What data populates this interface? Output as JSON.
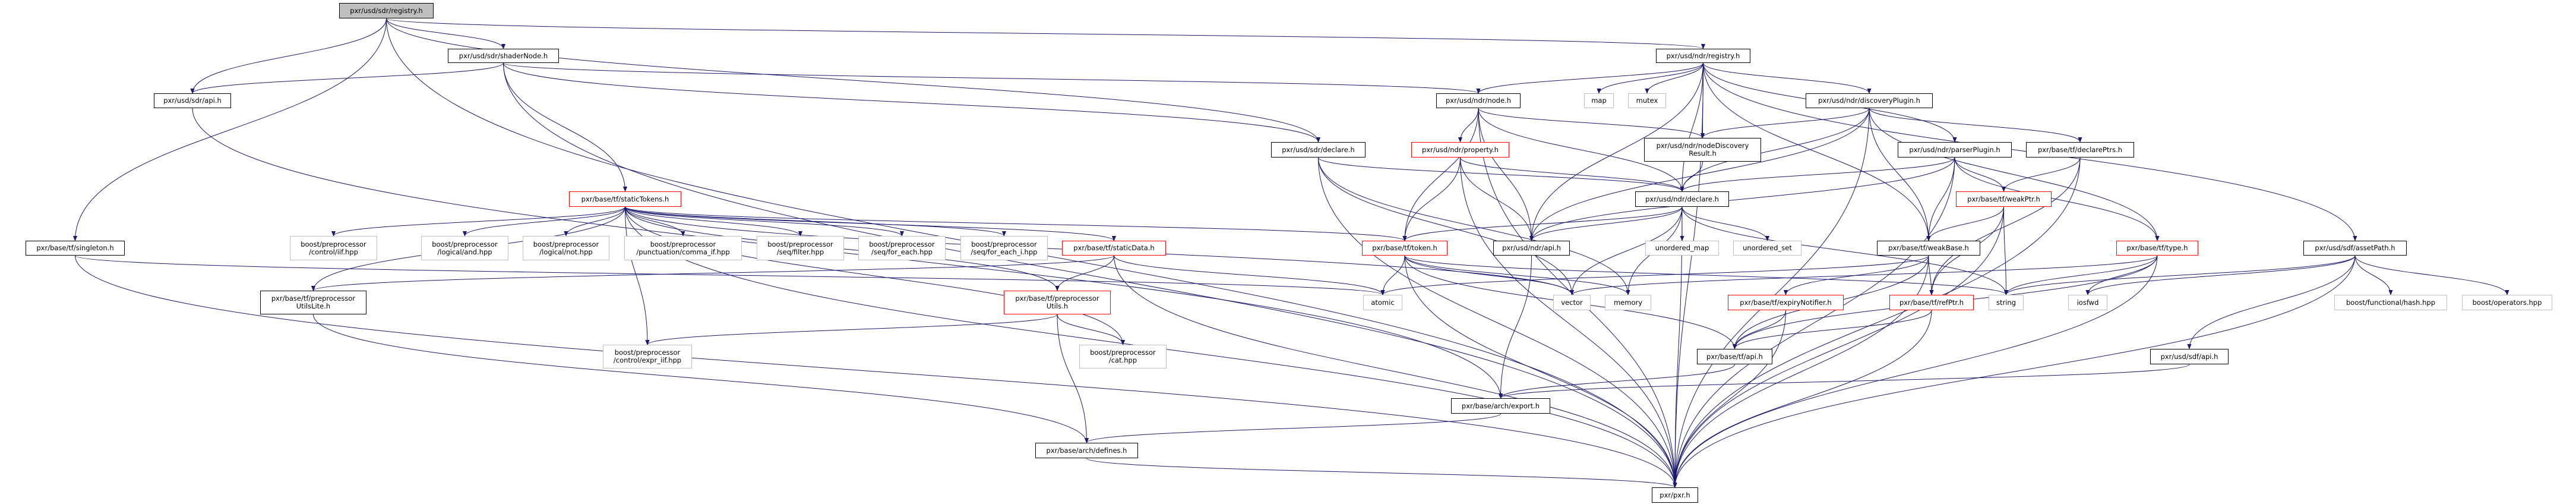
{
  "graph": {
    "title": "pxr/usd/sdr/registry.h",
    "colors": {
      "edge": "#191970",
      "focus_fill": "#bfbfbf",
      "truncated_border": "#ff0000",
      "external_border": "#bfbfbf"
    },
    "nodes": [
      {
        "id": "sdr_registry",
        "label": "pxr/usd/sdr/registry.h",
        "kind": "focus"
      },
      {
        "id": "shaderNode",
        "label": "pxr/usd/sdr/shaderNode.h",
        "kind": "documented"
      },
      {
        "id": "ndr_registry",
        "label": "pxr/usd/ndr/registry.h",
        "kind": "documented"
      },
      {
        "id": "sdr_api",
        "label": "pxr/usd/sdr/api.h",
        "kind": "documented"
      },
      {
        "id": "node",
        "label": "pxr/usd/ndr/node.h",
        "kind": "documented"
      },
      {
        "id": "map",
        "label": "map",
        "kind": "external"
      },
      {
        "id": "mutex",
        "label": "mutex",
        "kind": "external"
      },
      {
        "id": "discoveryPlugin",
        "label": "pxr/usd/ndr/discoveryPlugin.h",
        "kind": "documented"
      },
      {
        "id": "sdr_declare",
        "label": "pxr/usd/sdr/declare.h",
        "kind": "documented"
      },
      {
        "id": "property",
        "label": "pxr/usd/ndr/property.h",
        "kind": "truncated"
      },
      {
        "id": "nodeDiscovery",
        "label": "pxr/usd/ndr/nodeDiscovery\nResult.h",
        "kind": "documented"
      },
      {
        "id": "parserPlugin",
        "label": "pxr/usd/ndr/parserPlugin.h",
        "kind": "documented"
      },
      {
        "id": "declarePtrs",
        "label": "pxr/base/tf/declarePtrs.h",
        "kind": "documented"
      },
      {
        "id": "staticTokens",
        "label": "pxr/base/tf/staticTokens.h",
        "kind": "truncated"
      },
      {
        "id": "ndr_declare",
        "label": "pxr/usd/ndr/declare.h",
        "kind": "documented"
      },
      {
        "id": "weakPtr",
        "label": "pxr/base/tf/weakPtr.h",
        "kind": "truncated"
      },
      {
        "id": "singleton",
        "label": "pxr/base/tf/singleton.h",
        "kind": "documented"
      },
      {
        "id": "iif",
        "label": "boost/preprocessor\n/control/iif.hpp",
        "kind": "external"
      },
      {
        "id": "and",
        "label": "boost/preprocessor\n/logical/and.hpp",
        "kind": "external"
      },
      {
        "id": "not",
        "label": "boost/preprocessor\n/logical/not.hpp",
        "kind": "external"
      },
      {
        "id": "comma_if",
        "label": "boost/preprocessor\n/punctuation/comma_if.hpp",
        "kind": "external"
      },
      {
        "id": "filter",
        "label": "boost/preprocessor\n/seq/filter.hpp",
        "kind": "external"
      },
      {
        "id": "for_each",
        "label": "boost/preprocessor\n/seq/for_each.hpp",
        "kind": "external"
      },
      {
        "id": "for_each_i",
        "label": "boost/preprocessor\n/seq/for_each_i.hpp",
        "kind": "external"
      },
      {
        "id": "staticData",
        "label": "pxr/base/tf/staticData.h",
        "kind": "truncated"
      },
      {
        "id": "token",
        "label": "pxr/base/tf/token.h",
        "kind": "truncated"
      },
      {
        "id": "ndr_api",
        "label": "pxr/usd/ndr/api.h",
        "kind": "documented"
      },
      {
        "id": "unordered_map",
        "label": "unordered_map",
        "kind": "external"
      },
      {
        "id": "unordered_set",
        "label": "unordered_set",
        "kind": "external"
      },
      {
        "id": "weakBase",
        "label": "pxr/base/tf/weakBase.h",
        "kind": "documented"
      },
      {
        "id": "type",
        "label": "pxr/base/tf/type.h",
        "kind": "truncated"
      },
      {
        "id": "assetPath",
        "label": "pxr/usd/sdf/assetPath.h",
        "kind": "documented"
      },
      {
        "id": "UtilsLite",
        "label": "pxr/base/tf/preprocessor\nUtilsLite.h",
        "kind": "documented"
      },
      {
        "id": "Utils",
        "label": "pxr/base/tf/preprocessor\nUtils.h",
        "kind": "truncated"
      },
      {
        "id": "atomic",
        "label": "atomic",
        "kind": "external"
      },
      {
        "id": "vector",
        "label": "vector",
        "kind": "external"
      },
      {
        "id": "memory",
        "label": "memory",
        "kind": "external"
      },
      {
        "id": "expiryNotifier",
        "label": "pxr/base/tf/expiryNotifier.h",
        "kind": "truncated"
      },
      {
        "id": "refPtr",
        "label": "pxr/base/tf/refPtr.h",
        "kind": "truncated"
      },
      {
        "id": "string",
        "label": "string",
        "kind": "external"
      },
      {
        "id": "iosfwd",
        "label": "iosfwd",
        "kind": "external"
      },
      {
        "id": "hash",
        "label": "boost/functional/hash.hpp",
        "kind": "external"
      },
      {
        "id": "operators",
        "label": "boost/operators.hpp",
        "kind": "external"
      },
      {
        "id": "expr_iif",
        "label": "boost/preprocessor\n/control/expr_iif.hpp",
        "kind": "external"
      },
      {
        "id": "cat",
        "label": "boost/preprocessor\n/cat.hpp",
        "kind": "external"
      },
      {
        "id": "tf_api",
        "label": "pxr/base/tf/api.h",
        "kind": "documented"
      },
      {
        "id": "sdf_api",
        "label": "pxr/usd/sdf/api.h",
        "kind": "documented"
      },
      {
        "id": "export",
        "label": "pxr/base/arch/export.h",
        "kind": "documented"
      },
      {
        "id": "defines",
        "label": "pxr/base/arch/defines.h",
        "kind": "documented"
      },
      {
        "id": "pxr",
        "label": "pxr/pxr.h",
        "kind": "documented"
      }
    ],
    "edges": [
      [
        "sdr_registry",
        "pxr"
      ],
      [
        "sdr_registry",
        "singleton"
      ],
      [
        "sdr_registry",
        "sdr_api"
      ],
      [
        "sdr_registry",
        "shaderNode"
      ],
      [
        "sdr_registry",
        "ndr_registry"
      ],
      [
        "sdr_registry",
        "sdr_declare"
      ],
      [
        "shaderNode",
        "sdr_api"
      ],
      [
        "shaderNode",
        "pxr"
      ],
      [
        "shaderNode",
        "staticTokens"
      ],
      [
        "shaderNode",
        "node"
      ],
      [
        "shaderNode",
        "sdr_declare"
      ],
      [
        "sdr_api",
        "export"
      ],
      [
        "singleton",
        "pxr"
      ],
      [
        "singleton",
        "atomic"
      ],
      [
        "staticTokens",
        "iif"
      ],
      [
        "staticTokens",
        "and"
      ],
      [
        "staticTokens",
        "not"
      ],
      [
        "staticTokens",
        "comma_if"
      ],
      [
        "staticTokens",
        "filter"
      ],
      [
        "staticTokens",
        "for_each"
      ],
      [
        "staticTokens",
        "for_each_i"
      ],
      [
        "staticTokens",
        "staticData"
      ],
      [
        "staticTokens",
        "UtilsLite"
      ],
      [
        "staticTokens",
        "Utils"
      ],
      [
        "staticTokens",
        "expr_iif"
      ],
      [
        "staticTokens",
        "cat"
      ],
      [
        "staticTokens",
        "token"
      ],
      [
        "staticTokens",
        "vector"
      ],
      [
        "staticTokens",
        "pxr"
      ],
      [
        "staticData",
        "UtilsLite"
      ],
      [
        "staticData",
        "Utils"
      ],
      [
        "staticData",
        "pxr"
      ],
      [
        "staticData",
        "atomic"
      ],
      [
        "Utils",
        "expr_iif"
      ],
      [
        "Utils",
        "cat"
      ],
      [
        "Utils",
        "defines"
      ],
      [
        "UtilsLite",
        "defines"
      ],
      [
        "token",
        "atomic"
      ],
      [
        "token",
        "vector"
      ],
      [
        "token",
        "memory"
      ],
      [
        "token",
        "string"
      ],
      [
        "token",
        "tf_api"
      ],
      [
        "token",
        "pxr"
      ],
      [
        "ndr_registry",
        "node"
      ],
      [
        "ndr_registry",
        "map"
      ],
      [
        "ndr_registry",
        "mutex"
      ],
      [
        "ndr_registry",
        "nodeDiscovery"
      ],
      [
        "ndr_registry",
        "discoveryPlugin"
      ],
      [
        "ndr_registry",
        "parserPlugin"
      ],
      [
        "ndr_registry",
        "ndr_declare"
      ],
      [
        "ndr_registry",
        "ndr_api"
      ],
      [
        "ndr_registry",
        "weakBase"
      ],
      [
        "ndr_registry",
        "assetPath"
      ],
      [
        "ndr_registry",
        "pxr"
      ],
      [
        "node",
        "property"
      ],
      [
        "node",
        "token"
      ],
      [
        "node",
        "ndr_api"
      ],
      [
        "node",
        "ndr_declare"
      ],
      [
        "node",
        "nodeDiscovery"
      ],
      [
        "node",
        "pxr"
      ],
      [
        "property",
        "token"
      ],
      [
        "property",
        "ndr_api"
      ],
      [
        "property",
        "ndr_declare"
      ],
      [
        "property",
        "pxr"
      ],
      [
        "sdr_declare",
        "ndr_declare"
      ],
      [
        "sdr_declare",
        "vector"
      ],
      [
        "sdr_declare",
        "memory"
      ],
      [
        "sdr_declare",
        "pxr"
      ],
      [
        "nodeDiscovery",
        "ndr_declare"
      ],
      [
        "discoveryPlugin",
        "nodeDiscovery"
      ],
      [
        "discoveryPlugin",
        "ndr_declare"
      ],
      [
        "discoveryPlugin",
        "ndr_api"
      ],
      [
        "discoveryPlugin",
        "weakBase"
      ],
      [
        "discoveryPlugin",
        "declarePtrs"
      ],
      [
        "discoveryPlugin",
        "type"
      ],
      [
        "discoveryPlugin",
        "pxr"
      ],
      [
        "parserPlugin",
        "ndr_declare"
      ],
      [
        "parserPlugin",
        "ndr_api"
      ],
      [
        "parserPlugin",
        "weakBase"
      ],
      [
        "parserPlugin",
        "weakPtr"
      ],
      [
        "parserPlugin",
        "type"
      ],
      [
        "parserPlugin",
        "pxr"
      ],
      [
        "declarePtrs",
        "weakPtr"
      ],
      [
        "declarePtrs",
        "refPtr"
      ],
      [
        "declarePtrs",
        "pxr"
      ],
      [
        "ndr_declare",
        "token"
      ],
      [
        "ndr_declare",
        "ndr_api"
      ],
      [
        "ndr_declare",
        "unordered_map"
      ],
      [
        "ndr_declare",
        "unordered_set"
      ],
      [
        "ndr_declare",
        "vector"
      ],
      [
        "ndr_declare",
        "memory"
      ],
      [
        "ndr_declare",
        "string"
      ],
      [
        "ndr_declare",
        "pxr"
      ],
      [
        "weakPtr",
        "weakBase"
      ],
      [
        "weakPtr",
        "refPtr"
      ],
      [
        "weakPtr",
        "string"
      ],
      [
        "weakPtr",
        "pxr"
      ],
      [
        "weakBase",
        "expiryNotifier"
      ],
      [
        "weakBase",
        "refPtr"
      ],
      [
        "weakBase",
        "tf_api"
      ],
      [
        "weakBase",
        "atomic"
      ],
      [
        "weakBase",
        "pxr"
      ],
      [
        "type",
        "vector"
      ],
      [
        "type",
        "string"
      ],
      [
        "type",
        "iosfwd"
      ],
      [
        "type",
        "tf_api"
      ],
      [
        "type",
        "pxr"
      ],
      [
        "assetPath",
        "string"
      ],
      [
        "assetPath",
        "iosfwd"
      ],
      [
        "assetPath",
        "hash"
      ],
      [
        "assetPath",
        "operators"
      ],
      [
        "assetPath",
        "sdf_api"
      ],
      [
        "assetPath",
        "pxr"
      ],
      [
        "expiryNotifier",
        "tf_api"
      ],
      [
        "expiryNotifier",
        "pxr"
      ],
      [
        "refPtr",
        "tf_api"
      ],
      [
        "refPtr",
        "pxr"
      ],
      [
        "tf_api",
        "export"
      ],
      [
        "sdf_api",
        "export"
      ],
      [
        "ndr_api",
        "export"
      ],
      [
        "export",
        "defines"
      ],
      [
        "defines",
        "pxr"
      ]
    ]
  }
}
